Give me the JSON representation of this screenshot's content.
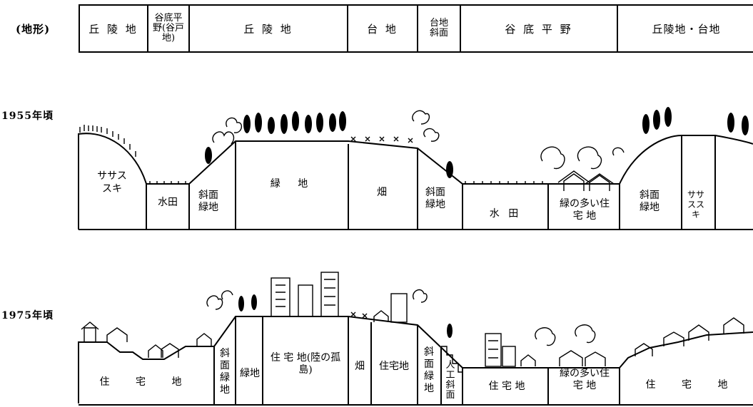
{
  "header": {
    "label": "(地形)",
    "cells": [
      "丘 陵 地",
      "谷底平野(谷戸地)",
      "丘 陵 地",
      "台 地",
      "台地斜面",
      "谷 底 平 野",
      "丘陵地・台地"
    ]
  },
  "era_1955": {
    "title": "1955年頃",
    "labels": {
      "sasa": "ササススキ",
      "suiden_a": "水田",
      "shamen_a": "斜面緑地",
      "ryokuchi": "緑 地",
      "hatake": "畑",
      "shamen_b": "斜面緑地",
      "suiden_b": "水 田",
      "midori_jutaku": "緑の多い住 宅 地",
      "shamen_c": "斜面緑地",
      "sasa_b": "ササススキ"
    }
  },
  "era_1975": {
    "title": "1975年頃",
    "labels": {
      "jutaku_a": "住 宅 地",
      "shamen_a": "斜面緑地",
      "ryokuchi": "緑地",
      "jutaku_island": "住 宅 地(陸の孤島)",
      "hatake": "畑",
      "jutaku_b": "住宅地",
      "shamen_b": "斜面緑地",
      "jinko": "人工斜面",
      "jutaku_c": "住 宅 地",
      "midori_jutaku": "緑の多い住 宅 地",
      "jutaku_d": "住 宅 地"
    }
  }
}
